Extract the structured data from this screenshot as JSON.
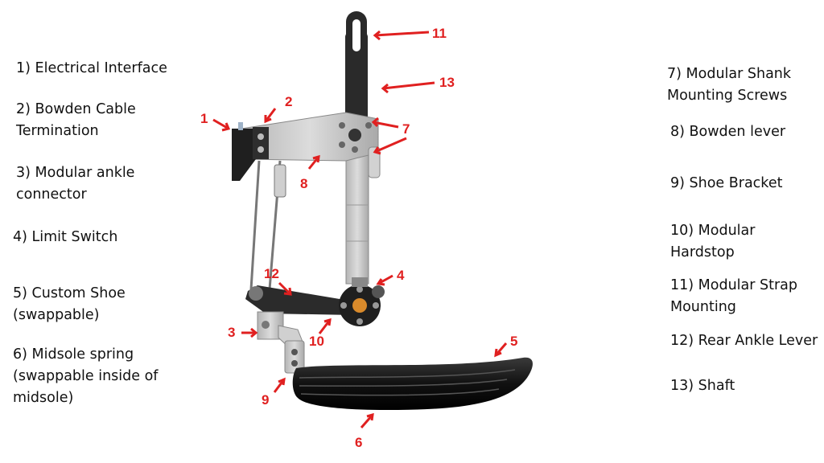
{
  "legend_left": [
    {
      "text": "1) Electrical Interface"
    },
    {
      "text": "2) Bowden Cable\nTermination"
    },
    {
      "text": "3) Modular ankle\nconnector"
    },
    {
      "text": "4) Limit Switch"
    },
    {
      "text": "5) Custom Shoe\n(swappable)"
    },
    {
      "text": "6) Midsole spring\n(swappable inside of\nmidsole)"
    }
  ],
  "legend_right": [
    {
      "text": "7) Modular Shank\nMounting Screws"
    },
    {
      "text": "8) Bowden lever"
    },
    {
      "text": "9) Shoe Bracket"
    },
    {
      "text": "10) Modular\nHardstop"
    },
    {
      "text": "11) Modular Strap\nMounting"
    },
    {
      "text": "12) Rear Ankle Lever"
    },
    {
      "text": "13) Shaft"
    }
  ],
  "callouts": [
    "1",
    "2",
    "3",
    "4",
    "5",
    "6",
    "7",
    "8",
    "9",
    "10",
    "11",
    "12",
    "13"
  ],
  "colors": {
    "callout": "#e02020",
    "metal": "#c9c9c9",
    "dark": "#2a2a2a"
  }
}
